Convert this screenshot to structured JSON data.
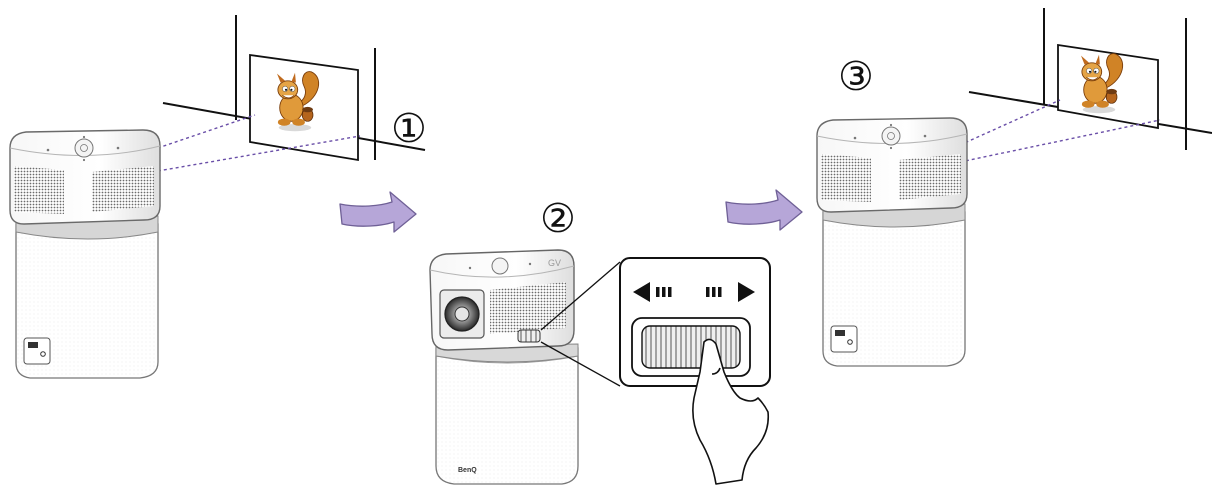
{
  "steps": [
    {
      "number": "1",
      "label": "①"
    },
    {
      "number": "2",
      "label": "②"
    },
    {
      "number": "3",
      "label": "③"
    }
  ],
  "projector": {
    "brand_text": "BenQ",
    "model_text": "GV"
  },
  "colors": {
    "projection_beam": "#6a4fa8",
    "arrow_fill": "#b6a6d8",
    "arrow_stroke": "#6f6096",
    "focus_arrow": "#111111",
    "grille": "#9a9a9a",
    "body_outline": "#777777"
  },
  "icons": [
    "projector",
    "wall-screen",
    "squirrel-image",
    "flow-arrow",
    "focus-wheel",
    "finger-hand",
    "left-arrow",
    "right-arrow"
  ]
}
